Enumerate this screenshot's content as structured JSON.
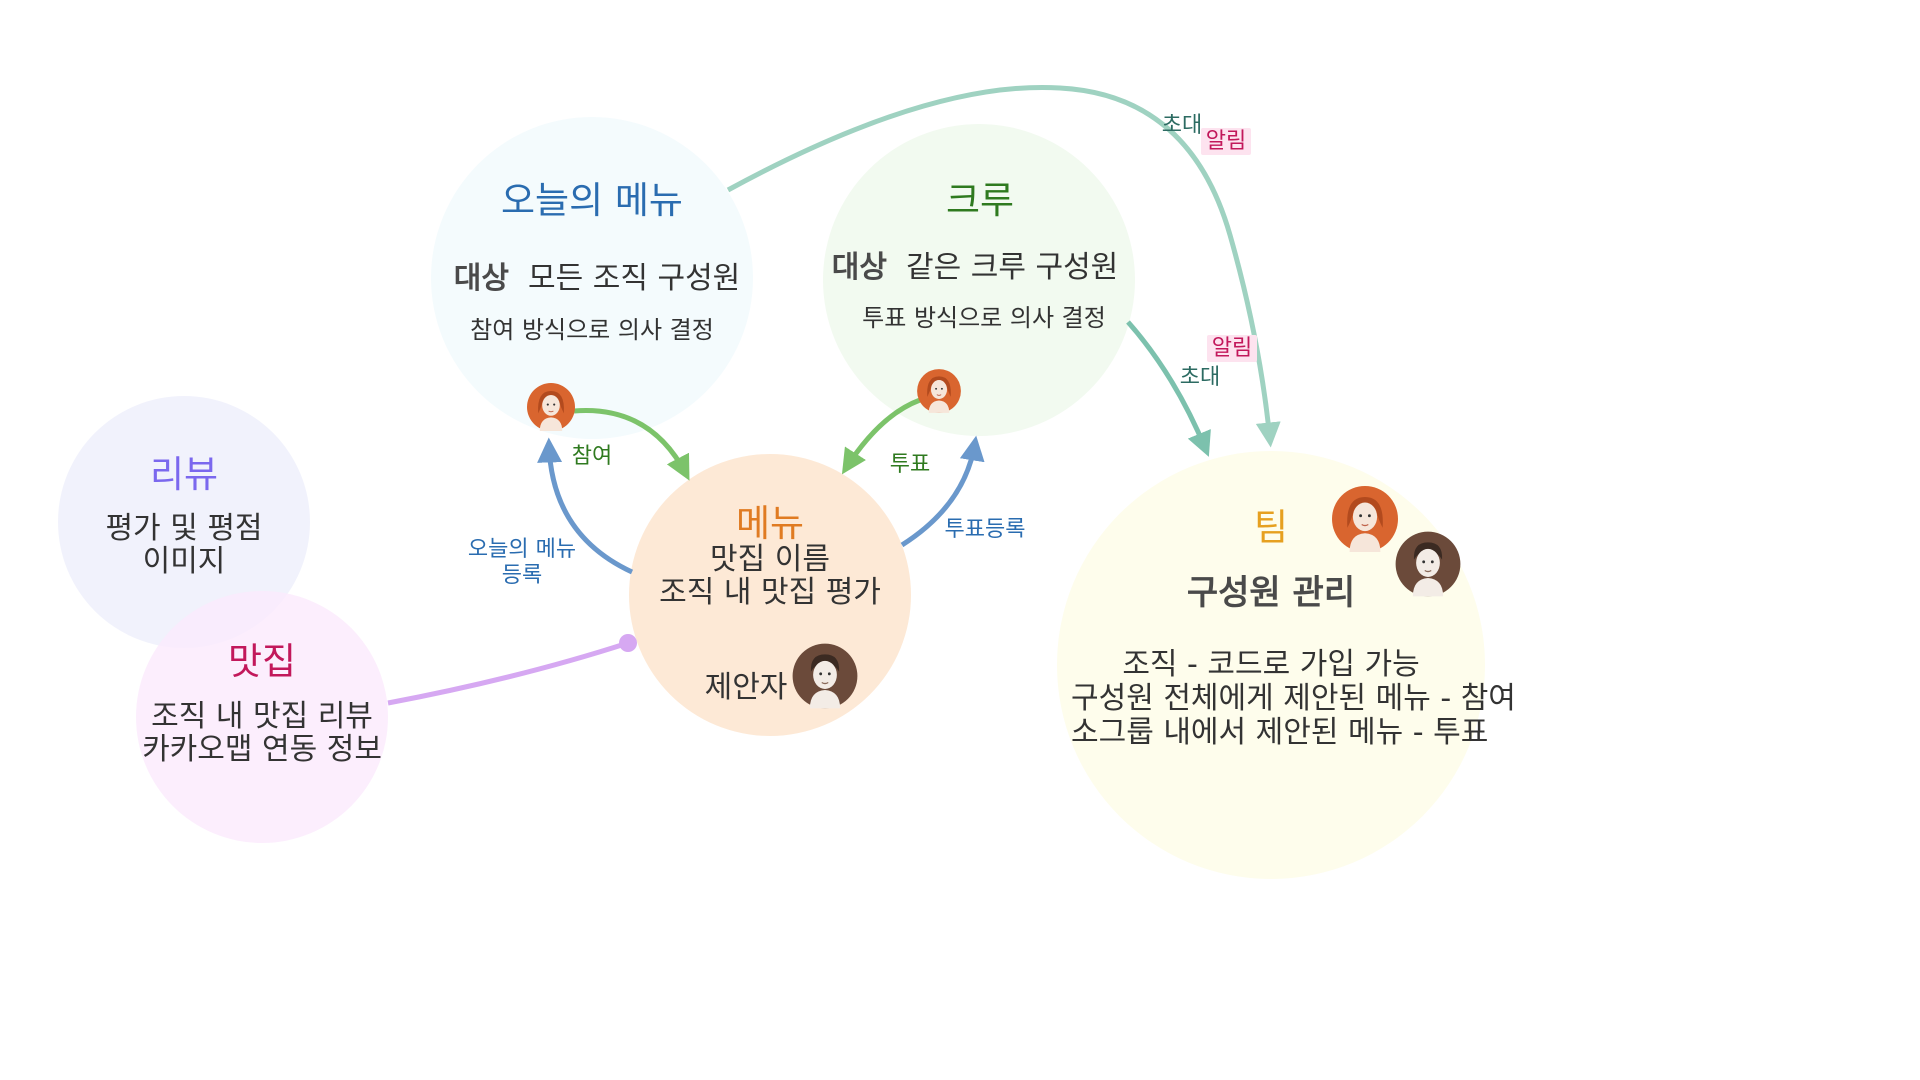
{
  "colors": {
    "today_menu": "#2a6cb0",
    "crew": "#2f7a1f",
    "review": "#7b68ee",
    "restaurant": "#c2185b",
    "menu": "#e07b22",
    "team": "#e6a020",
    "green_arrow": "#7cc36a",
    "blue_arrow": "#6a98cc",
    "teal_arrow": "#9fd2c1",
    "purple_line": "#d6a8f2"
  },
  "today_menu": {
    "title": "오늘의 메뉴",
    "target_label": "대상",
    "target_value": "모든 조직 구성원",
    "description": "참여 방식으로 의사 결정"
  },
  "crew": {
    "title": "크루",
    "target_label": "대상",
    "target_value": "같은 크루 구성원",
    "description": "투표 방식으로 의사 결정"
  },
  "review": {
    "title": "리뷰",
    "line1": "평가 및 평점",
    "line2": "이미지"
  },
  "restaurant": {
    "title": "맛집",
    "line1": "조직 내 맛집 리뷰",
    "line2": "카카오맵 연동 정보"
  },
  "menu": {
    "title": "메뉴",
    "line1": "맛집 이름",
    "line2": "조직 내 맛집 평가",
    "proposer": "제안자"
  },
  "team": {
    "title": "팀",
    "heading": "구성원 관리",
    "line1": "조직 - 코드로 가입 가능",
    "line2": "구성원 전체에게 제안된 메뉴 - 참여",
    "line3": "소그룹 내에서 제안된 메뉴 - 투표"
  },
  "edges": {
    "join": "참여",
    "today_register_line1": "오늘의 메뉴",
    "today_register_line2": "등록",
    "vote": "투표",
    "vote_register": "투표등록",
    "invite_top": "초대",
    "notify_top": "알림",
    "invite_crew": "초대",
    "notify_crew": "알림"
  },
  "icons": {
    "today_avatar": "woman-avatar-icon",
    "crew_avatar": "woman-avatar-icon",
    "proposer_avatar": "man-avatar-icon",
    "team_avatar_woman": "woman-avatar-icon",
    "team_avatar_man": "man-avatar-icon"
  }
}
